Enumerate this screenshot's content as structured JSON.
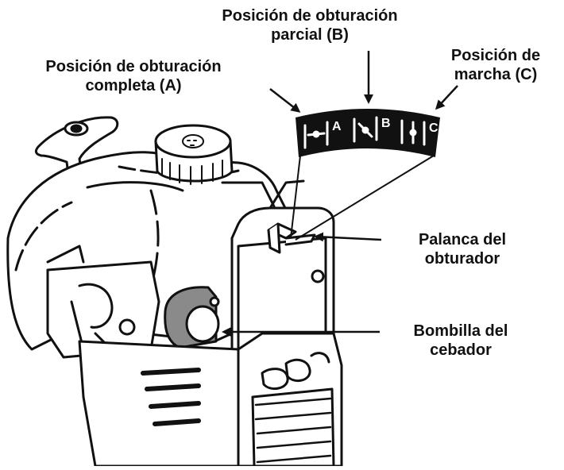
{
  "labels": {
    "full_choke": [
      "Posición de obturación",
      "completa (A)"
    ],
    "partial_choke": [
      "Posición de obturación",
      "parcial (B)"
    ],
    "run": [
      "Posición de",
      "marcha (C)"
    ],
    "choke_lever": [
      "Palanca del",
      "obturador"
    ],
    "primer_bulb": [
      "Bombilla del",
      "cebador"
    ]
  },
  "choke_plate": {
    "positions": [
      "A",
      "B",
      "C"
    ],
    "background_color": "#111111",
    "symbol_color": "#ffffff"
  }
}
